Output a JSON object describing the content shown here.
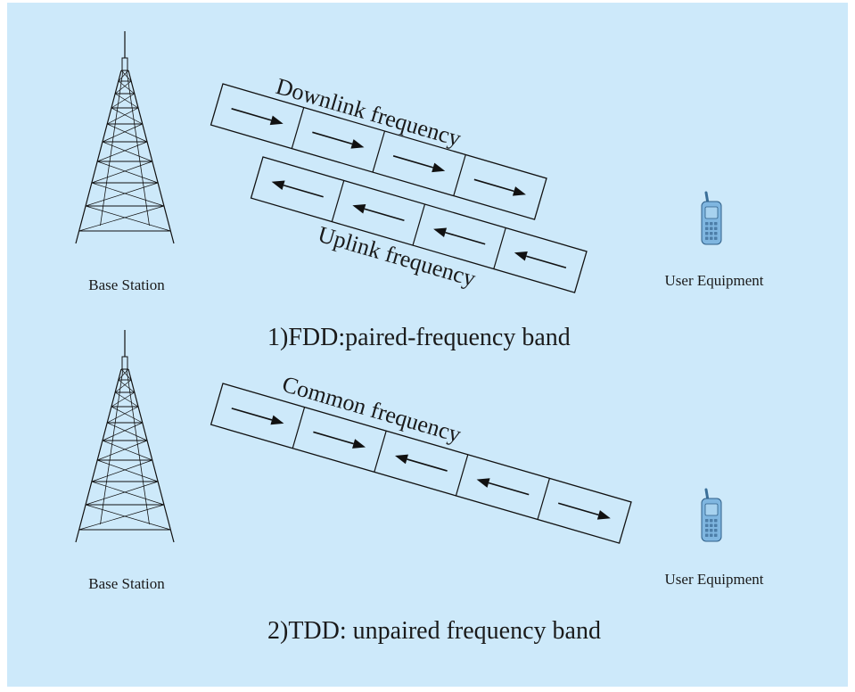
{
  "colors": {
    "background": "#cde9fa",
    "frame": "#ffffff",
    "line": "#111111",
    "phone_body": "#7fb6e0",
    "phone_screen": "#a7d2ef"
  },
  "fdd": {
    "base_station_label": "Base Station",
    "user_equipment_label": "User Equipment",
    "downlink_label": "Downlink frequency",
    "downlink_arrows": [
      "right",
      "right",
      "right",
      "right"
    ],
    "uplink_label": "Uplink frequency",
    "uplink_arrows": [
      "left",
      "left",
      "left",
      "left"
    ],
    "caption": "1)FDD:paired-frequency band"
  },
  "tdd": {
    "base_station_label": "Base Station",
    "user_equipment_label": "User Equipment",
    "common_label": "Common frequency",
    "common_arrows": [
      "right",
      "right",
      "left",
      "left",
      "right"
    ],
    "caption": "2)TDD: unpaired frequency band"
  }
}
